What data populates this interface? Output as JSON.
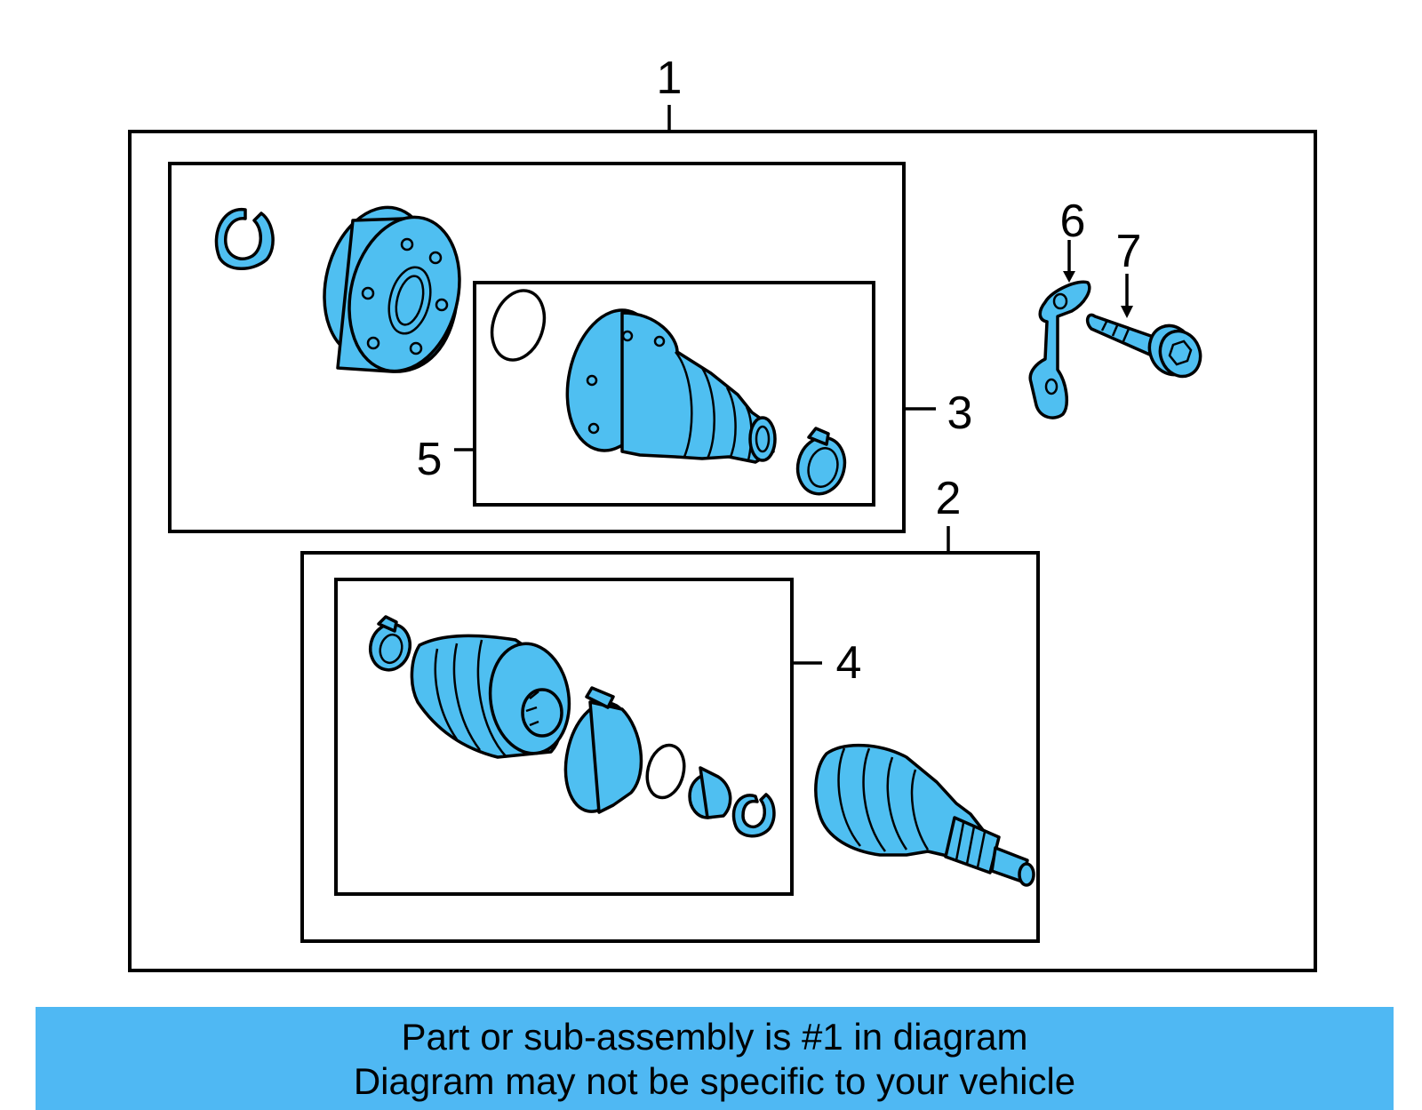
{
  "colors": {
    "part_fill": "#4fbff1",
    "banner": "#4fb8f3",
    "outline": "#000000"
  },
  "callouts": {
    "c1": "1",
    "c2": "2",
    "c3": "3",
    "c4": "4",
    "c5": "5",
    "c6": "6",
    "c7": "7"
  },
  "footer": {
    "line1": "Part or sub-assembly is #1 in diagram",
    "line2": "Diagram may not be specific to your vehicle"
  }
}
